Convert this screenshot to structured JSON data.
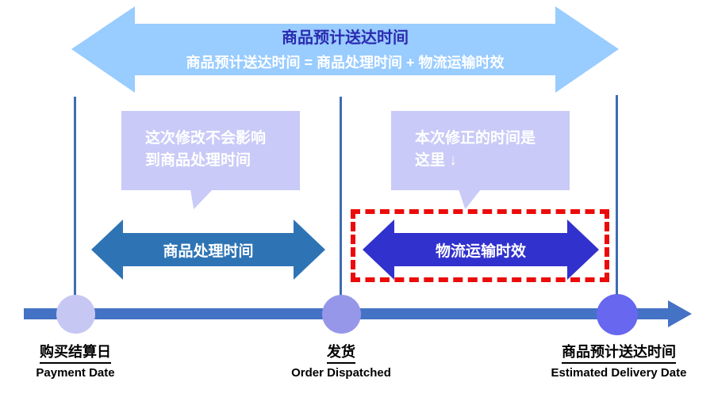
{
  "top_arrow": {
    "title": "商品预计送达时间",
    "formula": "商品预计送达时间 = 商品处理时间 + 物流运输时效",
    "fill_color": "#99CCFF",
    "title_color": "#2B2BB0",
    "formula_color": "#FFFFFF"
  },
  "callouts": {
    "left": {
      "line1": "这次修改不会影响",
      "line2": "到商品处理时间",
      "fill_color": "#C9CAF7"
    },
    "right": {
      "line1": "本次修正的时间是",
      "line2": "这里 ↓",
      "fill_color": "#C9CAF7"
    }
  },
  "segments": {
    "processing": {
      "label": "商品处理时间",
      "fill_color": "#2E74B5"
    },
    "shipping": {
      "label": "物流运输时效",
      "fill_color": "#3131CE",
      "highlight_border_color": "#EC0B0B"
    }
  },
  "timeline": {
    "bar_color": "#4472C4",
    "connector_line_color": "#3E6DB2",
    "milestones": [
      {
        "zh": "购买结算日",
        "en": "Payment Date",
        "dot_color": "#C7C7F3"
      },
      {
        "zh": "发货",
        "en": "Order Dispatched",
        "dot_color": "#9797EA"
      },
      {
        "zh": "商品预计送达时间",
        "en": "Estimated Delivery Date",
        "dot_color": "#6767EF"
      }
    ]
  }
}
